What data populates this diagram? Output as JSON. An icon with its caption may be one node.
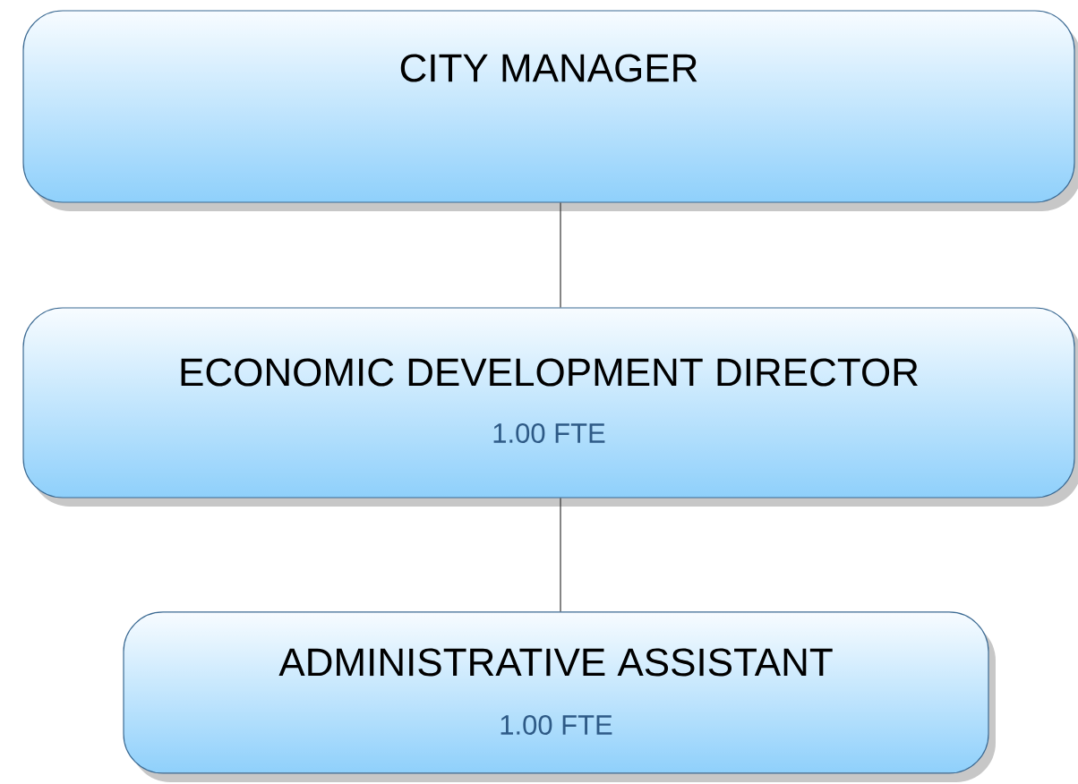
{
  "diagram": {
    "nodes": [
      {
        "text": [
          "CITY MANAGER"
        ]
      },
      {
        "text": [
          "ECONOMIC DEVELOPMENT DIRECTOR",
          "1.00 FTE"
        ]
      },
      {
        "text": [
          "ADMINISTRATIVE ASSISTANT",
          "1.00 FTE"
        ]
      }
    ],
    "edges": [
      {
        "from": 0,
        "to": 1,
        "arrow": "none"
      },
      {
        "from": 1,
        "to": 2,
        "arrow": "none"
      }
    ]
  }
}
